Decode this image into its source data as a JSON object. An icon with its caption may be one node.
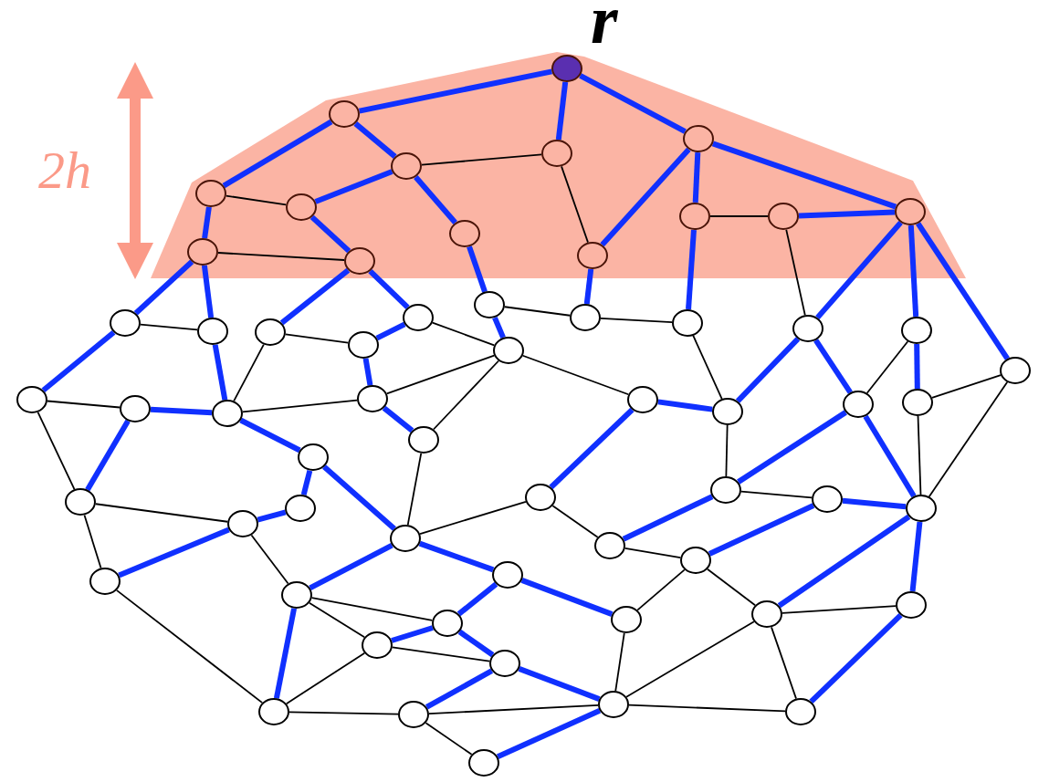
{
  "diagram": {
    "nodes": [
      {
        "text": [],
        "shape": "band"
      },
      {
        "text": [],
        "shape": "circle",
        "beside": [
          "r"
        ],
        "in": 0
      },
      {
        "text": [],
        "shape": "circle",
        "in": 0
      },
      {
        "text": [],
        "shape": "circle",
        "in": 0
      },
      {
        "text": [],
        "shape": "circle",
        "in": 0
      },
      {
        "text": [],
        "shape": "circle",
        "in": 0
      },
      {
        "text": [],
        "shape": "circle",
        "in": 0
      },
      {
        "text": [],
        "shape": "circle",
        "in": 0
      },
      {
        "text": [],
        "shape": "circle",
        "in": 0
      },
      {
        "text": [],
        "shape": "circle",
        "in": 0
      },
      {
        "text": [],
        "shape": "circle",
        "in": 0
      },
      {
        "text": [],
        "shape": "circle",
        "in": 0
      },
      {
        "text": [],
        "shape": "circle",
        "in": 0
      },
      {
        "text": [],
        "shape": "circle",
        "in": 0
      },
      {
        "text": [],
        "shape": "circle",
        "in": 0
      },
      {
        "text": [],
        "shape": "circle"
      },
      {
        "text": [],
        "shape": "circle"
      },
      {
        "text": [],
        "shape": "circle"
      },
      {
        "text": [],
        "shape": "circle"
      },
      {
        "text": [],
        "shape": "circle"
      },
      {
        "text": [],
        "shape": "circle"
      },
      {
        "text": [],
        "shape": "circle"
      },
      {
        "text": [],
        "shape": "circle"
      },
      {
        "text": [],
        "shape": "circle"
      },
      {
        "text": [],
        "shape": "circle"
      },
      {
        "text": [],
        "shape": "circle"
      },
      {
        "text": [],
        "shape": "circle"
      },
      {
        "text": [],
        "shape": "circle"
      },
      {
        "text": [],
        "shape": "circle"
      },
      {
        "text": [],
        "shape": "circle"
      },
      {
        "text": [],
        "shape": "circle"
      },
      {
        "text": [],
        "shape": "circle"
      },
      {
        "text": [],
        "shape": "circle"
      },
      {
        "text": [],
        "shape": "circle"
      },
      {
        "text": [],
        "shape": "circle"
      },
      {
        "text": [],
        "shape": "circle"
      },
      {
        "text": [],
        "shape": "circle"
      },
      {
        "text": [],
        "shape": "circle"
      },
      {
        "text": [],
        "shape": "circle"
      },
      {
        "text": [],
        "shape": "circle"
      },
      {
        "text": [],
        "shape": "circle"
      },
      {
        "text": [],
        "shape": "circle"
      },
      {
        "text": [],
        "shape": "circle"
      },
      {
        "text": [],
        "shape": "circle"
      },
      {
        "text": [],
        "shape": "circle"
      },
      {
        "text": [],
        "shape": "circle"
      },
      {
        "text": [],
        "shape": "circle"
      },
      {
        "text": [],
        "shape": "circle"
      },
      {
        "text": [],
        "shape": "circle"
      },
      {
        "text": [],
        "shape": "circle"
      },
      {
        "text": [],
        "shape": "circle"
      },
      {
        "text": [],
        "shape": "circle"
      },
      {
        "text": [],
        "shape": "circle"
      },
      {
        "text": [],
        "shape": "circle"
      },
      {
        "text": [],
        "shape": "circle"
      },
      {
        "text": [],
        "shape": "circle"
      },
      {
        "text": [],
        "shape": "circle"
      },
      {
        "text": [],
        "shape": "circle"
      },
      {
        "text": [],
        "shape": "circle"
      },
      {
        "text": [],
        "shape": "circle"
      },
      {
        "text": [],
        "shape": "circle"
      }
    ],
    "edges": [
      {
        "from": 1,
        "to": 2,
        "arrow": "none"
      },
      {
        "from": 1,
        "to": 4,
        "arrow": "none"
      },
      {
        "from": 1,
        "to": 5,
        "arrow": "none"
      },
      {
        "from": 2,
        "to": 6,
        "arrow": "none"
      },
      {
        "from": 2,
        "to": 3,
        "arrow": "none"
      },
      {
        "from": 3,
        "to": 4,
        "arrow": "none",
        "color": "#000000"
      },
      {
        "from": 3,
        "to": 7,
        "arrow": "none"
      },
      {
        "from": 3,
        "to": 8,
        "arrow": "none"
      },
      {
        "from": 4,
        "to": 14,
        "arrow": "none",
        "color": "#000000"
      },
      {
        "from": 5,
        "to": 14,
        "arrow": "none"
      },
      {
        "from": 5,
        "to": 9,
        "arrow": "none"
      },
      {
        "from": 5,
        "to": 11,
        "arrow": "none"
      },
      {
        "from": 6,
        "to": 7,
        "arrow": "none",
        "color": "#000000"
      },
      {
        "from": 6,
        "to": 12,
        "arrow": "none"
      },
      {
        "from": 7,
        "to": 13,
        "arrow": "none"
      },
      {
        "from": 12,
        "to": 13,
        "arrow": "none",
        "color": "#000000"
      },
      {
        "from": 9,
        "to": 10,
        "arrow": "none",
        "color": "#000000"
      },
      {
        "from": 10,
        "to": 11,
        "arrow": "none"
      },
      {
        "from": 11,
        "to": 24,
        "arrow": "none"
      },
      {
        "from": 11,
        "to": 25,
        "arrow": "none"
      },
      {
        "from": 11,
        "to": 35,
        "arrow": "none"
      },
      {
        "from": 10,
        "to": 24,
        "arrow": "none",
        "color": "#000000"
      },
      {
        "from": 12,
        "to": 15,
        "arrow": "none"
      },
      {
        "from": 12,
        "to": 16,
        "arrow": "none"
      },
      {
        "from": 13,
        "to": 17,
        "arrow": "none"
      },
      {
        "from": 13,
        "to": 19,
        "arrow": "none"
      },
      {
        "from": 8,
        "to": 20,
        "arrow": "none"
      },
      {
        "from": 14,
        "to": 21,
        "arrow": "none"
      },
      {
        "from": 9,
        "to": 22,
        "arrow": "none"
      },
      {
        "from": 15,
        "to": 16,
        "arrow": "none",
        "color": "#000000"
      },
      {
        "from": 15,
        "to": 26,
        "arrow": "none"
      },
      {
        "from": 16,
        "to": 28,
        "arrow": "none"
      },
      {
        "from": 17,
        "to": 18,
        "arrow": "none",
        "color": "#000000"
      },
      {
        "from": 17,
        "to": 28,
        "arrow": "none",
        "color": "#000000"
      },
      {
        "from": 18,
        "to": 19,
        "arrow": "none"
      },
      {
        "from": 18,
        "to": 29,
        "arrow": "none"
      },
      {
        "from": 19,
        "to": 23,
        "arrow": "none",
        "color": "#000000"
      },
      {
        "from": 20,
        "to": 21,
        "arrow": "none",
        "color": "#000000"
      },
      {
        "from": 20,
        "to": 23,
        "arrow": "none"
      },
      {
        "from": 21,
        "to": 22,
        "arrow": "none",
        "color": "#000000"
      },
      {
        "from": 22,
        "to": 32,
        "arrow": "none",
        "color": "#000000"
      },
      {
        "from": 23,
        "to": 29,
        "arrow": "none",
        "color": "#000000"
      },
      {
        "from": 23,
        "to": 30,
        "arrow": "none",
        "color": "#000000"
      },
      {
        "from": 23,
        "to": 31,
        "arrow": "none",
        "color": "#000000"
      },
      {
        "from": 29,
        "to": 30,
        "arrow": "none"
      },
      {
        "from": 28,
        "to": 29,
        "arrow": "none",
        "color": "#000000"
      },
      {
        "from": 26,
        "to": 27,
        "arrow": "none",
        "color": "#000000"
      },
      {
        "from": 26,
        "to": 37,
        "arrow": "none",
        "color": "#000000"
      },
      {
        "from": 27,
        "to": 28,
        "arrow": "none"
      },
      {
        "from": 27,
        "to": 37,
        "arrow": "none"
      },
      {
        "from": 28,
        "to": 36,
        "arrow": "none"
      },
      {
        "from": 36,
        "to": 39,
        "arrow": "none"
      },
      {
        "from": 36,
        "to": 40,
        "arrow": "none"
      },
      {
        "from": 38,
        "to": 39,
        "arrow": "none"
      },
      {
        "from": 37,
        "to": 38,
        "arrow": "none",
        "color": "#000000"
      },
      {
        "from": 37,
        "to": 45,
        "arrow": "none",
        "color": "#000000"
      },
      {
        "from": 38,
        "to": 45,
        "arrow": "none"
      },
      {
        "from": 38,
        "to": 49,
        "arrow": "none",
        "color": "#000000"
      },
      {
        "from": 30,
        "to": 40,
        "arrow": "none",
        "color": "#000000"
      },
      {
        "from": 40,
        "to": 41,
        "arrow": "none",
        "color": "#000000"
      },
      {
        "from": 40,
        "to": 49,
        "arrow": "none"
      },
      {
        "from": 40,
        "to": 48,
        "arrow": "none"
      },
      {
        "from": 31,
        "to": 41,
        "arrow": "none"
      },
      {
        "from": 31,
        "to": 32,
        "arrow": "none"
      },
      {
        "from": 32,
        "to": 24,
        "arrow": "none"
      },
      {
        "from": 32,
        "to": 42,
        "arrow": "none",
        "color": "#000000"
      },
      {
        "from": 24,
        "to": 33,
        "arrow": "none"
      },
      {
        "from": 25,
        "to": 33,
        "arrow": "none",
        "color": "#000000"
      },
      {
        "from": 25,
        "to": 34,
        "arrow": "none"
      },
      {
        "from": 33,
        "to": 44,
        "arrow": "none"
      },
      {
        "from": 33,
        "to": 42,
        "arrow": "none"
      },
      {
        "from": 34,
        "to": 35,
        "arrow": "none",
        "color": "#000000"
      },
      {
        "from": 34,
        "to": 44,
        "arrow": "none",
        "color": "#000000"
      },
      {
        "from": 35,
        "to": 44,
        "arrow": "none",
        "color": "#000000"
      },
      {
        "from": 41,
        "to": 46,
        "arrow": "none",
        "color": "#000000"
      },
      {
        "from": 42,
        "to": 46,
        "arrow": "none"
      },
      {
        "from": 42,
        "to": 43,
        "arrow": "none",
        "color": "#000000"
      },
      {
        "from": 43,
        "to": 44,
        "arrow": "none"
      },
      {
        "from": 43,
        "to": 47,
        "arrow": "none"
      },
      {
        "from": 44,
        "to": 52,
        "arrow": "none"
      },
      {
        "from": 44,
        "to": 53,
        "arrow": "none"
      },
      {
        "from": 46,
        "to": 47,
        "arrow": "none",
        "color": "#000000"
      },
      {
        "from": 47,
        "to": 51,
        "arrow": "none",
        "color": "#000000"
      },
      {
        "from": 47,
        "to": 52,
        "arrow": "none",
        "color": "#000000"
      },
      {
        "from": 48,
        "to": 51,
        "arrow": "none"
      },
      {
        "from": 48,
        "to": 50,
        "arrow": "none"
      },
      {
        "from": 49,
        "to": 50,
        "arrow": "none",
        "color": "#000000"
      },
      {
        "from": 49,
        "to": 54,
        "arrow": "none",
        "color": "#000000"
      },
      {
        "from": 49,
        "to": 56,
        "arrow": "none"
      },
      {
        "from": 50,
        "to": 54,
        "arrow": "none"
      },
      {
        "from": 50,
        "to": 55,
        "arrow": "none"
      },
      {
        "from": 54,
        "to": 55,
        "arrow": "none",
        "color": "#000000"
      },
      {
        "from": 54,
        "to": 56,
        "arrow": "none",
        "color": "#000000"
      },
      {
        "from": 45,
        "to": 56,
        "arrow": "none",
        "color": "#000000"
      },
      {
        "from": 56,
        "to": 57,
        "arrow": "none",
        "color": "#000000"
      },
      {
        "from": 57,
        "to": 55,
        "arrow": "none"
      },
      {
        "from": 57,
        "to": 58,
        "arrow": "none",
        "color": "#000000"
      },
      {
        "from": 57,
        "to": 60,
        "arrow": "none",
        "color": "#000000"
      },
      {
        "from": 55,
        "to": 58,
        "arrow": "none"
      },
      {
        "from": 60,
        "to": 58,
        "arrow": "none"
      },
      {
        "from": 51,
        "to": 58,
        "arrow": "none",
        "color": "#000000"
      },
      {
        "from": 58,
        "to": 52,
        "arrow": "none",
        "color": "#000000"
      },
      {
        "from": 58,
        "to": 59,
        "arrow": "none",
        "color": "#000000"
      },
      {
        "from": 52,
        "to": 53,
        "arrow": "none",
        "color": "#000000"
      },
      {
        "from": 52,
        "to": 59,
        "arrow": "none",
        "color": "#000000"
      },
      {
        "from": 53,
        "to": 59,
        "arrow": "none"
      }
    ],
    "labels": [
      "2h"
    ]
  }
}
